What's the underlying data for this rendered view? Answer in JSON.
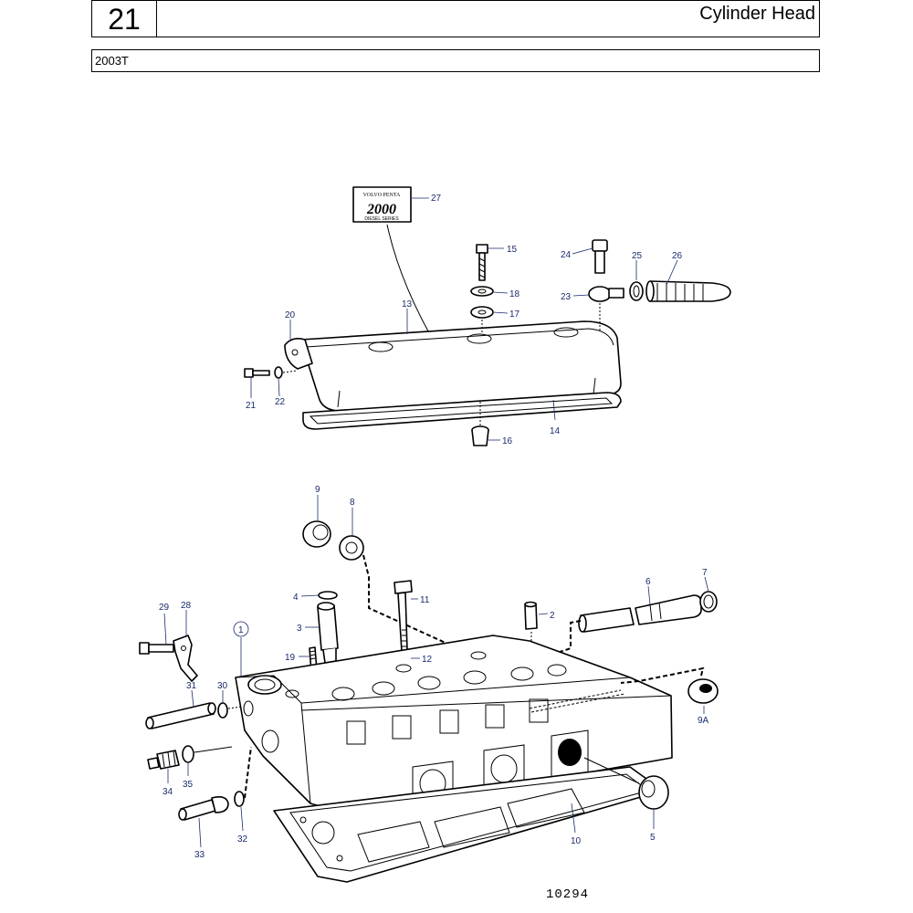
{
  "header": {
    "section_number": "21",
    "title": "Cylinder Head",
    "model": "2003T"
  },
  "logo": {
    "line1": "VOLVO PENTA",
    "line2": "2000",
    "line3": "DIESEL SERIES"
  },
  "callouts": {
    "c27": "27",
    "c15": "15",
    "c24": "24",
    "c25": "25",
    "c26": "26",
    "c18": "18",
    "c23": "23",
    "c17": "17",
    "c13": "13",
    "c20": "20",
    "c21": "21",
    "c22": "22",
    "c14": "14",
    "c16": "16",
    "c9": "9",
    "c8": "8",
    "c4": "4",
    "c11": "11",
    "c6": "6",
    "c7": "7",
    "c2": "2",
    "c29": "29",
    "c28": "28",
    "c3": "3",
    "c1": "1",
    "c19": "19",
    "c12": "12",
    "c31": "31",
    "c30": "30",
    "c9a": "9A",
    "c34": "34",
    "c35": "35",
    "c33": "33",
    "c32": "32",
    "c10": "10",
    "c5": "5"
  },
  "reference_number": "10294"
}
